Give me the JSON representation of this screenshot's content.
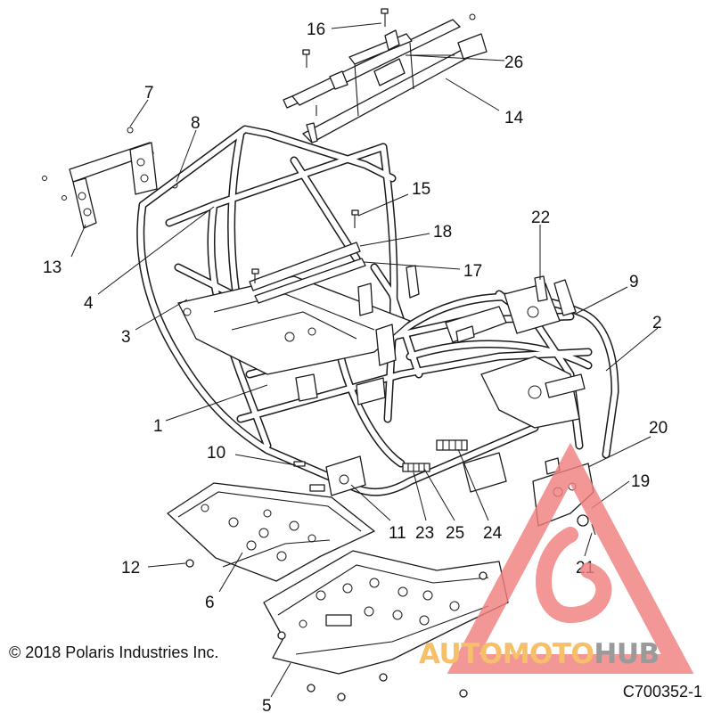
{
  "diagram": {
    "callouts": [
      "1",
      "2",
      "3",
      "4",
      "5",
      "6",
      "7",
      "8",
      "9",
      "10",
      "11",
      "12",
      "13",
      "14",
      "15",
      "16",
      "17",
      "18",
      "19",
      "20",
      "21",
      "22",
      "23",
      "24",
      "25",
      "26"
    ],
    "copyright": "© 2018 Polaris Industries Inc.",
    "figure_code": "C700352-1"
  },
  "watermark": {
    "part1": "AUTOMOTO",
    "part2": "HUB",
    "colors": {
      "triangle": "#f08080",
      "text_primary": "#f6bf6a",
      "text_secondary": "#9a9a9a"
    }
  },
  "colors": {
    "line": "#1a1a1a",
    "background": "#ffffff"
  }
}
